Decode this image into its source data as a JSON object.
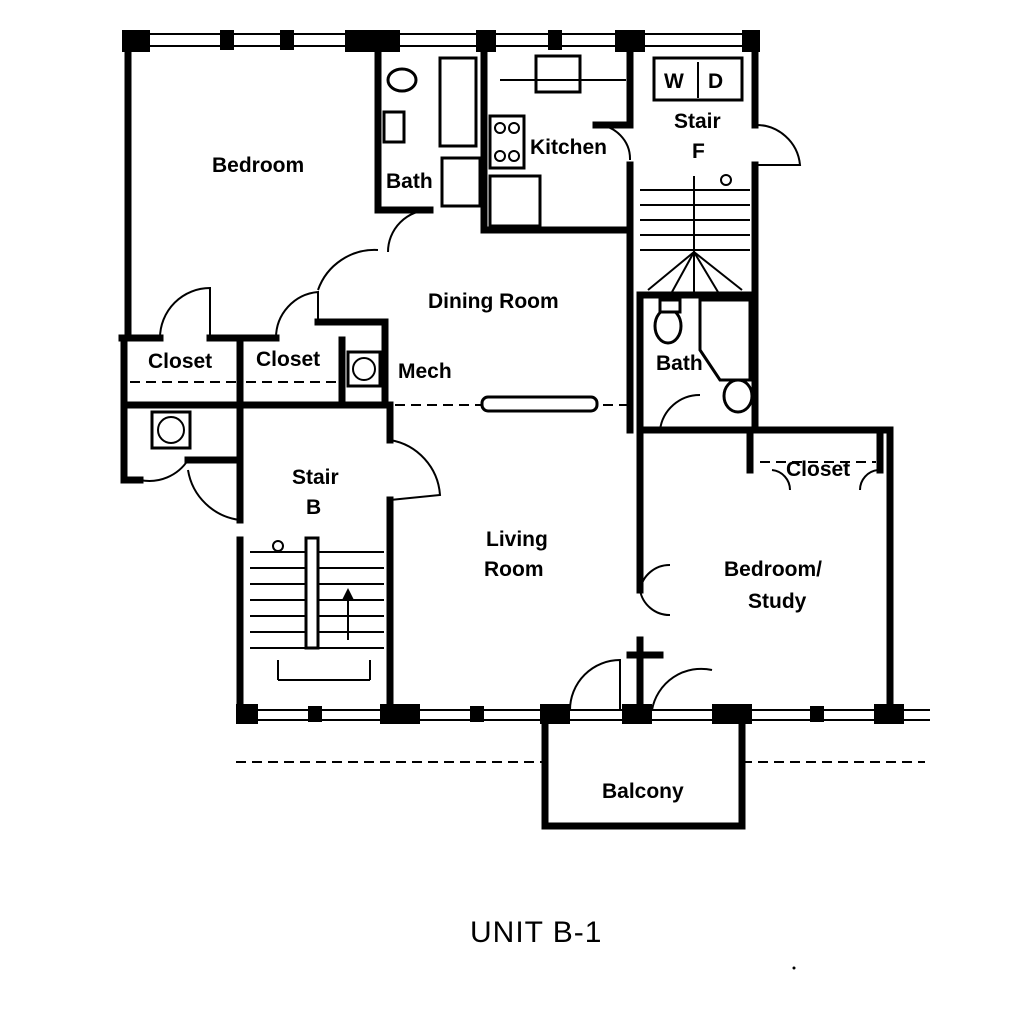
{
  "rooms": {
    "bedroom": "Bedroom",
    "bath_top": "Bath",
    "kitchen": "Kitchen",
    "stair_f_line1": "Stair",
    "stair_f_line2": "F",
    "washer": "W",
    "dryer": "D",
    "dining": "Dining Room",
    "closet_left": "Closet",
    "closet_mid": "Closet",
    "mech": "Mech",
    "bath_right": "Bath",
    "stair_b_line1": "Stair",
    "stair_b_line2": "B",
    "living_line1": "Living",
    "living_line2": "Room",
    "closet_right": "Closet",
    "study_line1": "Bedroom/",
    "study_line2": "Study",
    "balcony": "Balcony"
  },
  "caption": "UNIT B-1"
}
